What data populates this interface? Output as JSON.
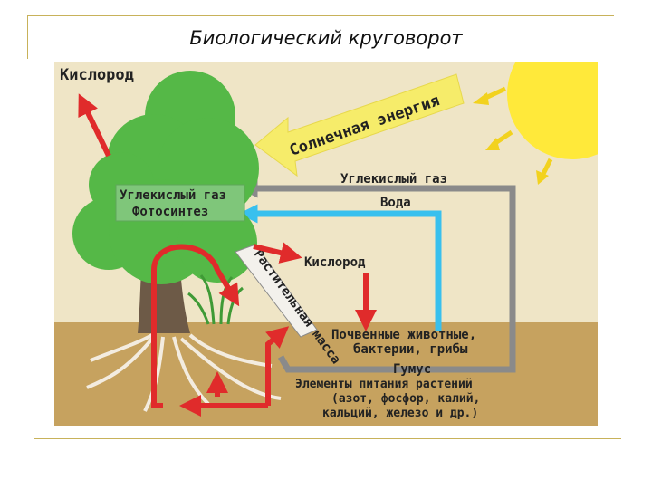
{
  "title": "Биологический круговорот",
  "diagram": {
    "oxygen_top": "Кислород",
    "solar_energy": "Солнечная энергия",
    "co2_right": "Углекислый газ",
    "water": "Вода",
    "tree_label_co2": "Углекислый газ",
    "tree_label_photosynthesis": "Фотосинтез",
    "oxygen_mid": "Кислород",
    "plant_mass": "Растительная масса",
    "soil_line1": "Почвенные животные,",
    "soil_line2": "бактерии, грибы",
    "humus": "Гумус",
    "nutrients_line1": "Элементы питания растений",
    "nutrients_line2": "(азот, фосфор, калий,",
    "nutrients_line3": "кальций, железо и др.)"
  },
  "colors": {
    "sky": "#efe5c6",
    "soil": "#c6a25f",
    "tree": "#55b847",
    "arrow_red": "#e02b2b",
    "arrow_blue": "#38c0ee",
    "arrow_gray": "#8a8a8a",
    "sun": "#ffe93a",
    "label_box": "#7fc67a"
  }
}
